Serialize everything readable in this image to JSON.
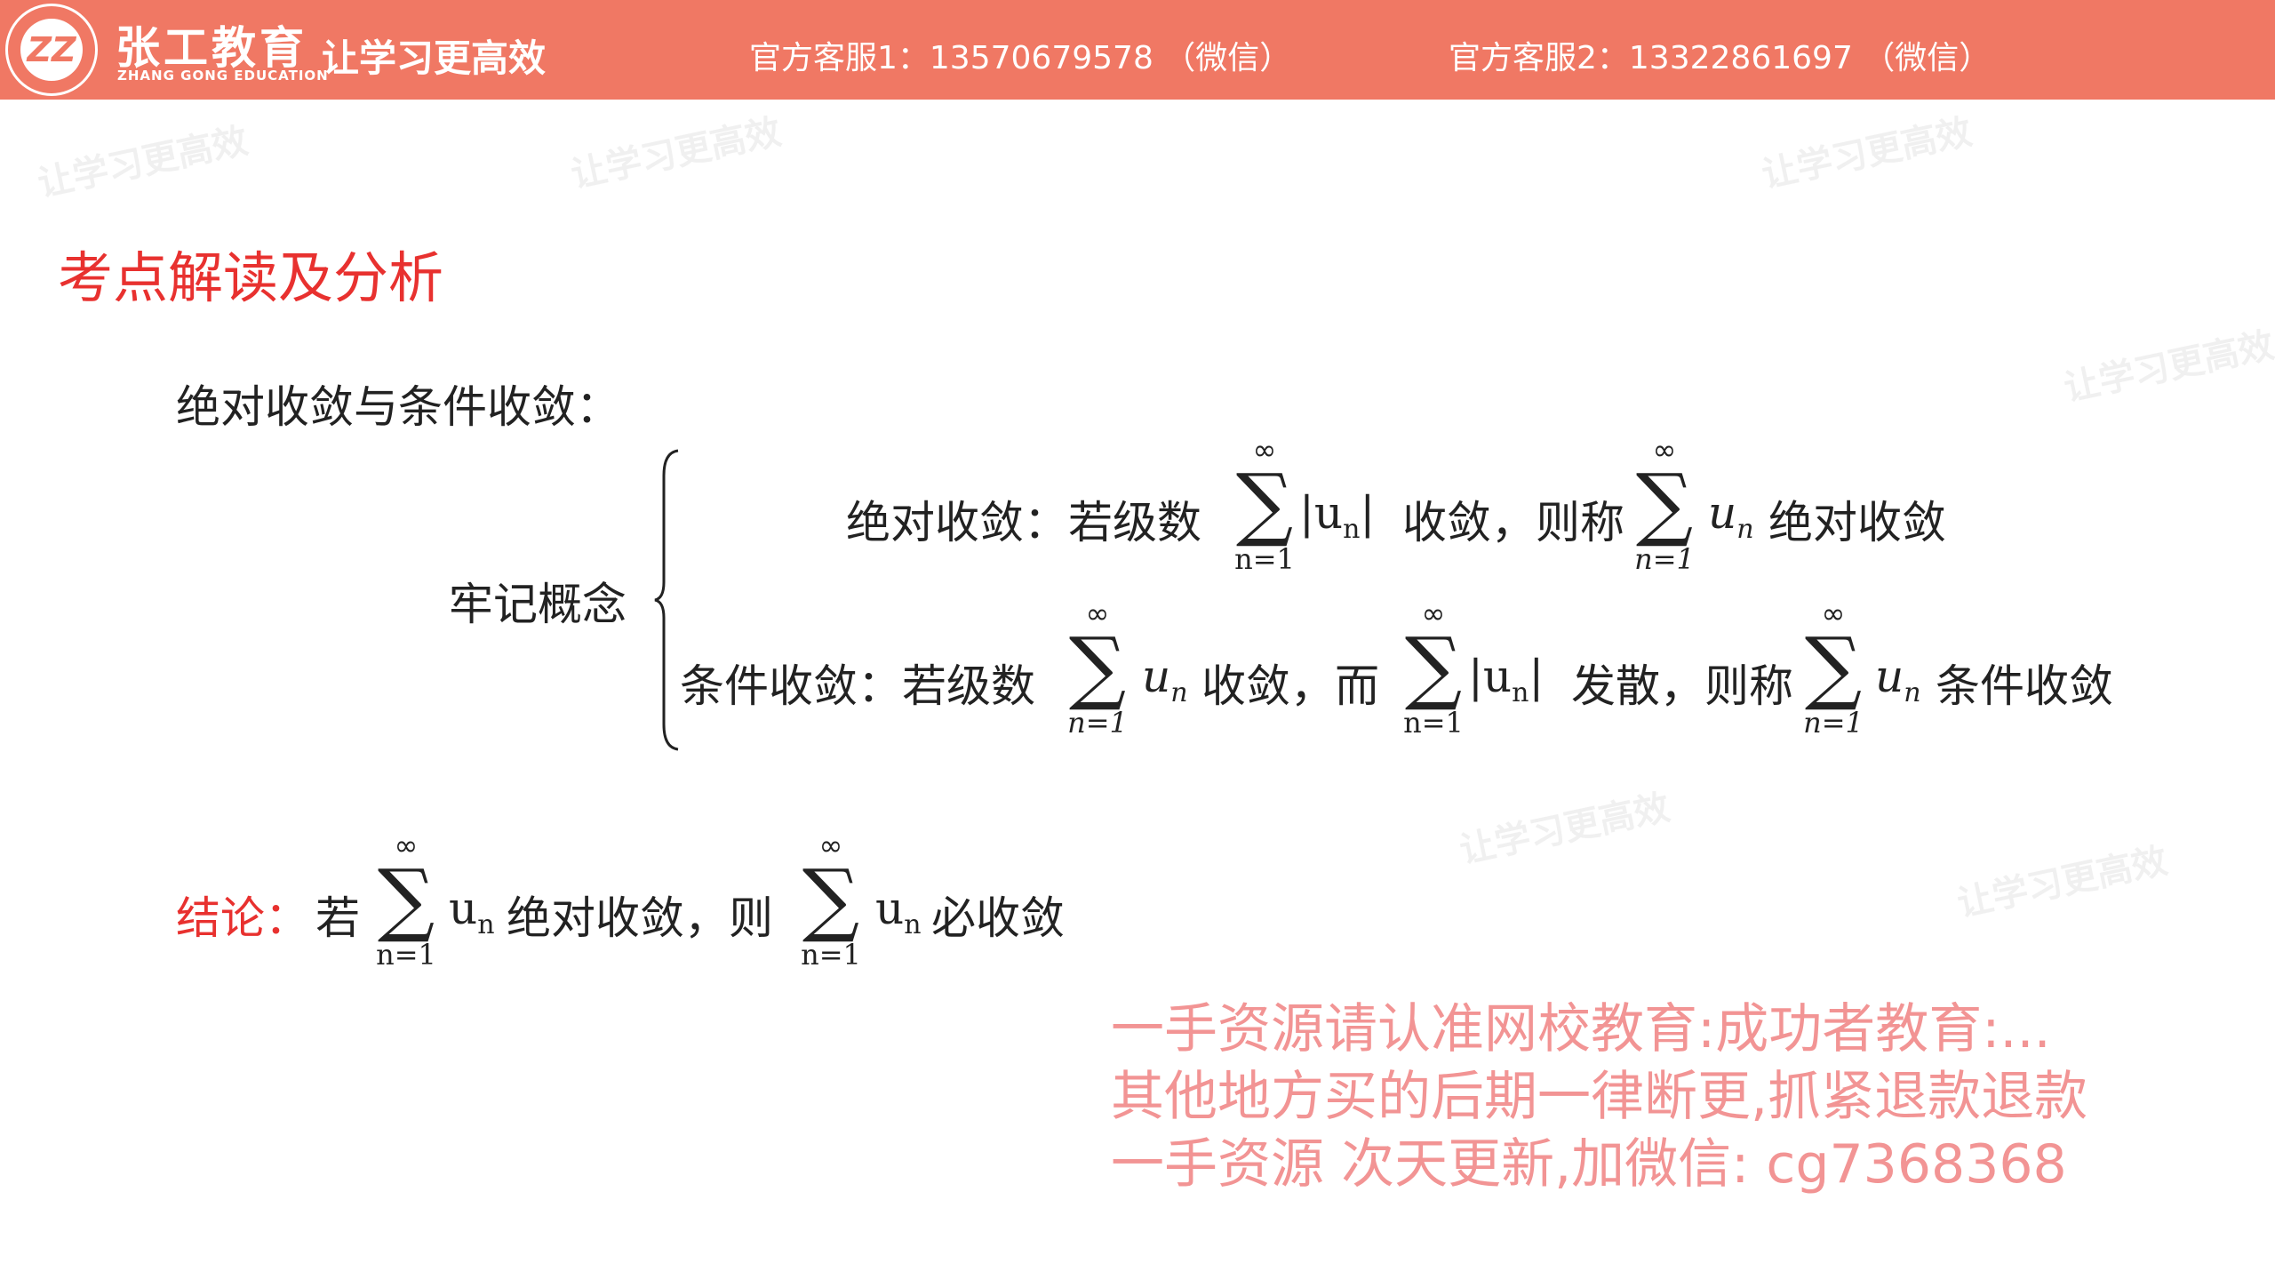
{
  "header": {
    "brand": "张工教育",
    "brand_en": "ZHANG GONG EDUCATION",
    "slogan": "让学习更高效",
    "logo_text": "ZZ",
    "contact1": "官方客服1：13570679578 （微信）",
    "contact2": "官方客服2：13322861697 （微信）",
    "color": "#f07864"
  },
  "title": "考点解读及分析",
  "subtitle": "绝对收敛与条件收敛：",
  "concept_label": "牢记概念",
  "line1": {
    "a": "绝对收敛：若级数",
    "b": "收敛，则称",
    "c": "绝对收敛"
  },
  "line2": {
    "a": "条件收敛：若级数",
    "b": "收敛，而",
    "c": "发散，则称",
    "d": "条件收敛"
  },
  "conclusion": {
    "label": "结论：",
    "a": "若",
    "b": "绝对收敛，则",
    "c": "必收敛"
  },
  "math": {
    "sigma": "∑",
    "upper": "∞",
    "lower": "n=1",
    "term": "u",
    "sub": "n"
  },
  "watermark": [
    "一手资源请认准网校教育:成功者教育:...",
    "其他地方买的后期一律断更,抓紧退款退款",
    "一手资源  次天更新,加微信: cg7368368"
  ],
  "accent_color": "#e8312f"
}
